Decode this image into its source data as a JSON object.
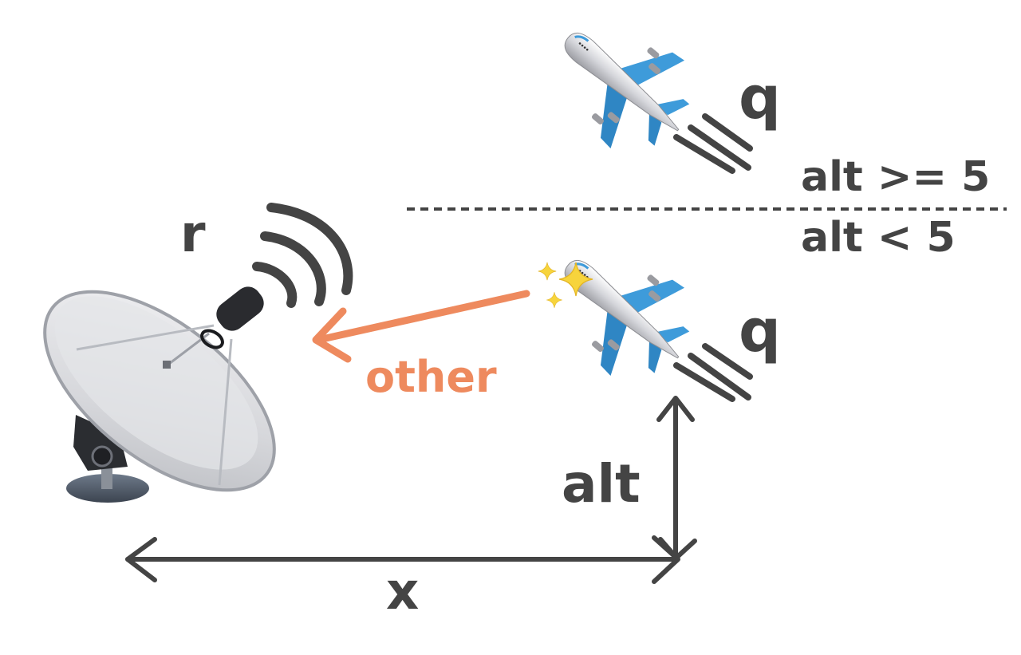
{
  "colors": {
    "ink": "#444444",
    "accent": "#EE8A5E",
    "plane_blue": "#3E9BDA",
    "plane_body": "#D9D9DE",
    "sparkle": "#F7D43C"
  },
  "labels": {
    "radar_signal": "r",
    "plane_high_signal": "q",
    "plane_low_signal": "q",
    "threshold_above": "alt >= 5",
    "threshold_below": "alt < 5",
    "response_arrow": "other",
    "altitude_axis": "alt",
    "distance_axis": "x"
  },
  "icons": {
    "radar": "satellite-dish-icon",
    "plane_high": "airplane-icon",
    "plane_low": "airplane-with-sparkles-icon",
    "radio_waves": "signal-waves-icon",
    "speed_lines": "speed-lines-icon"
  }
}
